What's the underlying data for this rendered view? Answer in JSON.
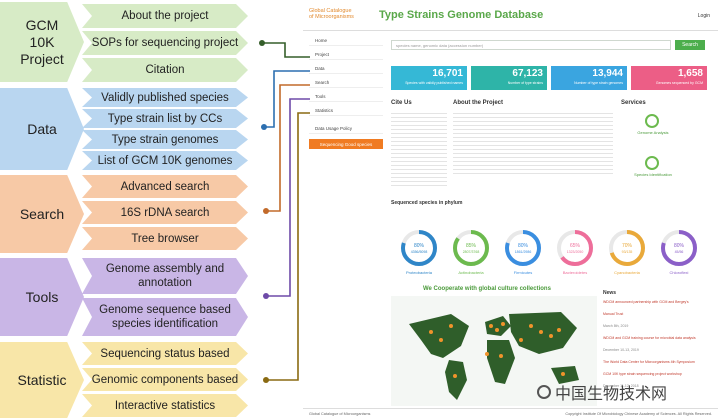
{
  "categories": [
    {
      "key": "gcm",
      "label": "GCM 10K Project",
      "color": "#d7ebc6",
      "items": [
        "About the project",
        "SOPs for sequencing project",
        "Citation"
      ]
    },
    {
      "key": "data",
      "label": "Data",
      "color": "#b9d6f0",
      "items": [
        "Validly published species",
        "Type strain list by CCs",
        "Type strain genomes",
        "List of GCM 10K genomes"
      ]
    },
    {
      "key": "search",
      "label": "Search",
      "color": "#f7c9a6",
      "items": [
        "Advanced search",
        "16S rDNA search",
        "Tree browser"
      ]
    },
    {
      "key": "tools",
      "label": "Tools",
      "color": "#c9b6e6",
      "items": [
        "Genome assembly and annotation",
        "Genome sequence based species identification"
      ]
    },
    {
      "key": "stat",
      "label": "Statistic",
      "color": "#f8e6a8",
      "items": [
        "Sequencing status based",
        "Genomic components based",
        "Interactive statistics"
      ]
    }
  ],
  "colors": {
    "green": "#355e2a",
    "blue": "#2c6fb0",
    "orange": "#c26a2a",
    "purple": "#6e4aa8",
    "olive": "#8a6a12"
  },
  "site": {
    "logo_line1": "Global Catalogue",
    "logo_line2": "of Microorganisms",
    "title": "Type Strains Genome Database",
    "login": "Login",
    "search_placeholder": "species name, genomic data (accession number)",
    "search_button": "Search",
    "nav": [
      "Home",
      "Project",
      "Data",
      "Search",
      "Tools",
      "Statistics",
      "Data Usage Policy",
      "Sequencing Good species"
    ],
    "stats": [
      {
        "value": "16,701",
        "label": "Species with validly published names",
        "color": "#35b8d6"
      },
      {
        "value": "67,123",
        "label": "Number of type strains",
        "color": "#2eb4a8"
      },
      {
        "value": "13,944",
        "label": "Number of type strain genomes",
        "color": "#3aa5e0"
      },
      {
        "value": "1,658",
        "label": "Genomes sequenced by GCM",
        "color": "#ec5e86"
      }
    ],
    "cite_title": "Cite Us",
    "about_title": "About the Project",
    "services_title": "Services",
    "services": [
      "Genome Analysis",
      "Species Identification"
    ],
    "phylum_title": "Sequenced species in phylum",
    "phyla": [
      {
        "name": "Proteobacteria",
        "pct": "80%",
        "count": "4356/5098",
        "color": "#2f86c8"
      },
      {
        "name": "Actinobacteria",
        "pct": "85%",
        "count": "2807/3768",
        "color": "#6cba4e"
      },
      {
        "name": "Firmicutes",
        "pct": "80%",
        "count": "1861/2986",
        "color": "#3a8ee0"
      },
      {
        "name": "Bacteroidetes",
        "pct": "65%",
        "count": "1323/2050",
        "color": "#ee6e9a"
      },
      {
        "name": "Cyanobacteria",
        "pct": "70%",
        "count": "93/135",
        "color": "#e9a93a"
      },
      {
        "name": "Chloroflexi",
        "pct": "80%",
        "count": "45/56",
        "color": "#8b5fc8"
      }
    ],
    "cooperate_title": "We Cooperate with global culture collections",
    "news_title": "News",
    "news": [
      "WDCM announced partnership with GCM and Bergey's",
      "Manual Trust",
      "March 8th, 2019",
      "WDCM and GCM training course for microbial data analysis",
      "December 10-13, 2019",
      "The World Data Center for Microorganisms 4th Symposium",
      "GCM 10K type strain sequencing project workshop",
      "December 11-12, 2018"
    ],
    "footer_left": "Global Catalogue of Microorganisms",
    "footer_right": "Copyright Institute Of Microbiology Chinese Academy of Sciences. All Rights Reserved."
  },
  "watermark": "中国生物技术网"
}
